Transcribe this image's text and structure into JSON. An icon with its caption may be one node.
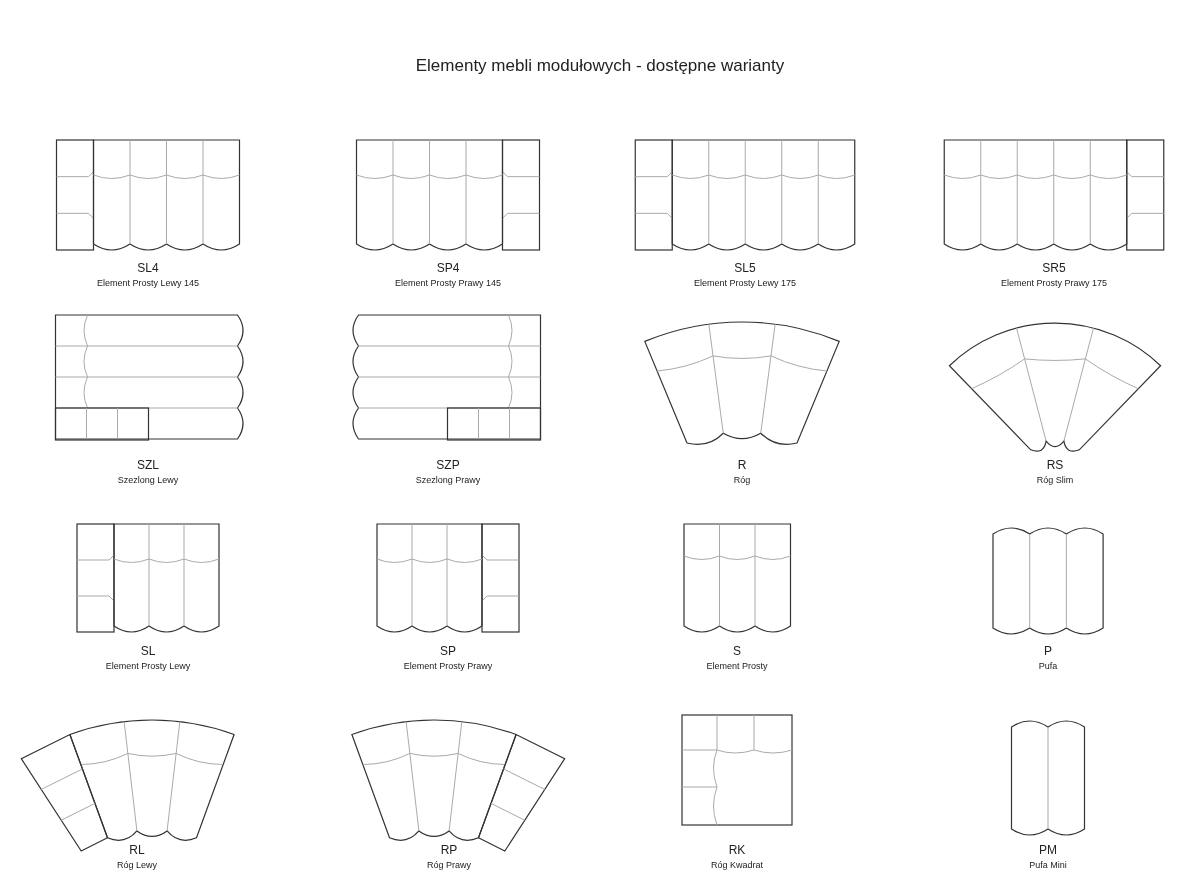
{
  "diagram": {
    "title": "Elementy mebli modułowych - dostępne warianty",
    "nodes": [
      {
        "text": [
          "SL4",
          "Element Prosty Lewy 145"
        ]
      },
      {
        "text": [
          "SP4",
          "Element Prosty Prawy 145"
        ]
      },
      {
        "text": [
          "SL5",
          "Element Prosty Lewy 175"
        ]
      },
      {
        "text": [
          "SR5",
          "Element Prosty Prawy 175"
        ]
      },
      {
        "text": [
          "SZL",
          "Szezlong Lewy"
        ]
      },
      {
        "text": [
          "SZP",
          "Szezlong Prawy"
        ]
      },
      {
        "text": [
          "R",
          "Róg"
        ]
      },
      {
        "text": [
          "RS",
          "Róg Slim"
        ]
      },
      {
        "text": [
          "SL",
          "Element Prosty Lewy"
        ]
      },
      {
        "text": [
          "SP",
          "Element Prosty Prawy"
        ]
      },
      {
        "text": [
          "S",
          "Element Prosty"
        ]
      },
      {
        "text": [
          "P",
          "Pufa"
        ]
      },
      {
        "text": [
          "RL",
          "Róg Lewy"
        ]
      },
      {
        "text": [
          "RP",
          "Róg Prawy"
        ]
      },
      {
        "text": [
          "RK",
          "Róg Kwadrat"
        ]
      },
      {
        "text": [
          "PM",
          "Pufa Mini"
        ]
      }
    ]
  }
}
